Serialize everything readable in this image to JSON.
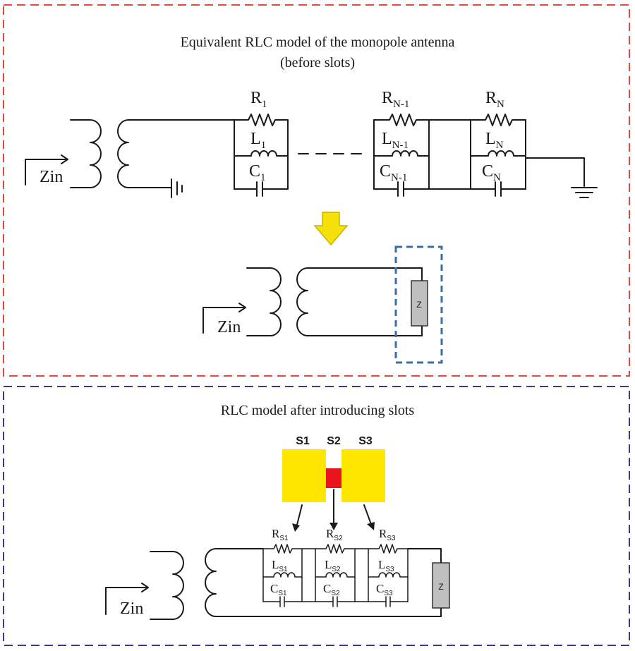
{
  "panel_top": {
    "title_line1": "Equivalent RLC model of the monopole antenna",
    "title_line2": "(before slots)",
    "input_label": "Zin",
    "stage1": {
      "r_main": "R",
      "r_sub": "1",
      "l_main": "L",
      "l_sub": "1",
      "c_main": "C",
      "c_sub": "1"
    },
    "stageN1": {
      "r_main": "R",
      "r_sub": "N-1",
      "l_main": "L",
      "l_sub": "N-1",
      "c_main": "C",
      "c_sub": "N-1"
    },
    "stageN": {
      "r_main": "R",
      "r_sub": "N",
      "l_main": "L",
      "l_sub": "N",
      "c_main": "C",
      "c_sub": "N"
    },
    "load_label": "Z",
    "input_label_2": "Zin"
  },
  "panel_bottom": {
    "title": "RLC model after introducing slots",
    "slot_labels": [
      "S1",
      "S2",
      "S3"
    ],
    "stages": [
      {
        "r_main": "R",
        "r_sub": "S1",
        "l_main": "L",
        "l_sub": "S1",
        "c_main": "C",
        "c_sub": "S1"
      },
      {
        "r_main": "R",
        "r_sub": "S2",
        "l_main": "L",
        "l_sub": "S2",
        "c_main": "C",
        "c_sub": "S2"
      },
      {
        "r_main": "R",
        "r_sub": "S3",
        "l_main": "L",
        "l_sub": "S3",
        "c_main": "C",
        "c_sub": "S3"
      }
    ],
    "load_label": "Z",
    "input_label": "Zin"
  },
  "colors": {
    "top_border": "#e04a3a",
    "bottom_border": "#3a3a8c",
    "z_box_border": "#3a6ea5",
    "arrow_yellow": "#f5e10a",
    "slot_yellow": "#ffe600",
    "slot_red": "#e8141e",
    "resistor_grey": "#bfbfbf"
  }
}
